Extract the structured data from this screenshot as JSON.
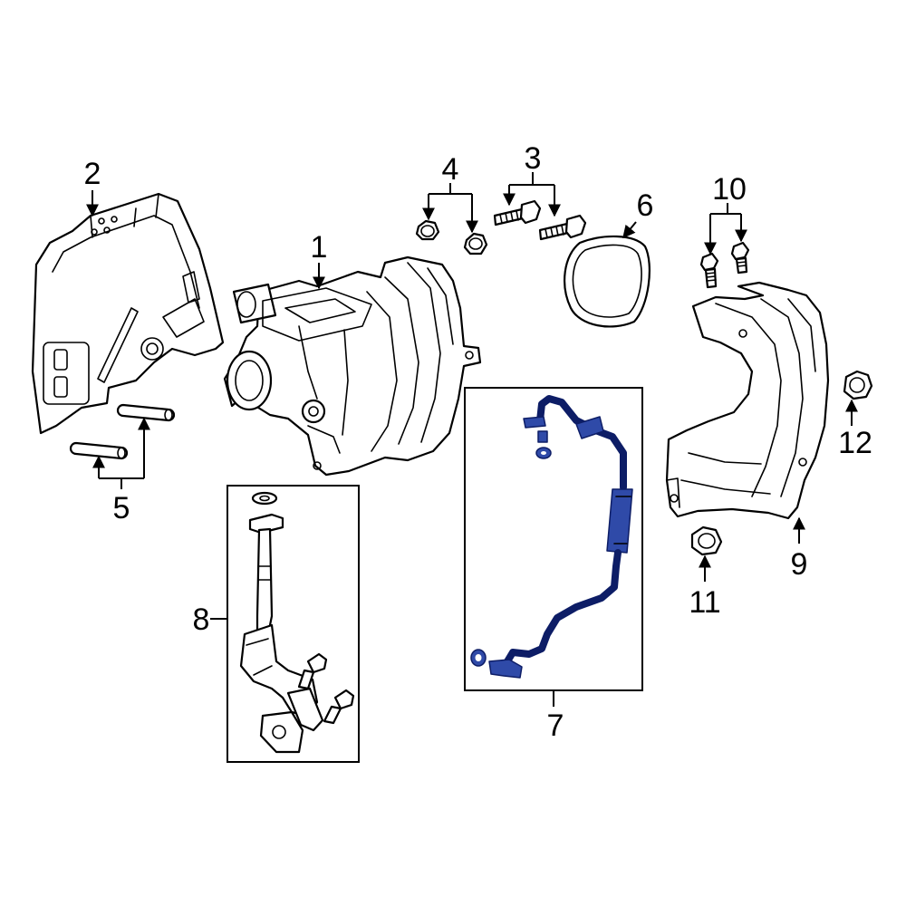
{
  "diagram": {
    "highlight_color": "#2f4aa8",
    "callouts": [
      {
        "id": "1",
        "label": "1"
      },
      {
        "id": "2",
        "label": "2"
      },
      {
        "id": "3",
        "label": "3"
      },
      {
        "id": "4",
        "label": "4"
      },
      {
        "id": "5",
        "label": "5"
      },
      {
        "id": "6",
        "label": "6"
      },
      {
        "id": "7",
        "label": "7"
      },
      {
        "id": "8",
        "label": "8"
      },
      {
        "id": "9",
        "label": "9"
      },
      {
        "id": "10",
        "label": "10"
      },
      {
        "id": "11",
        "label": "11"
      },
      {
        "id": "12",
        "label": "12"
      }
    ]
  }
}
